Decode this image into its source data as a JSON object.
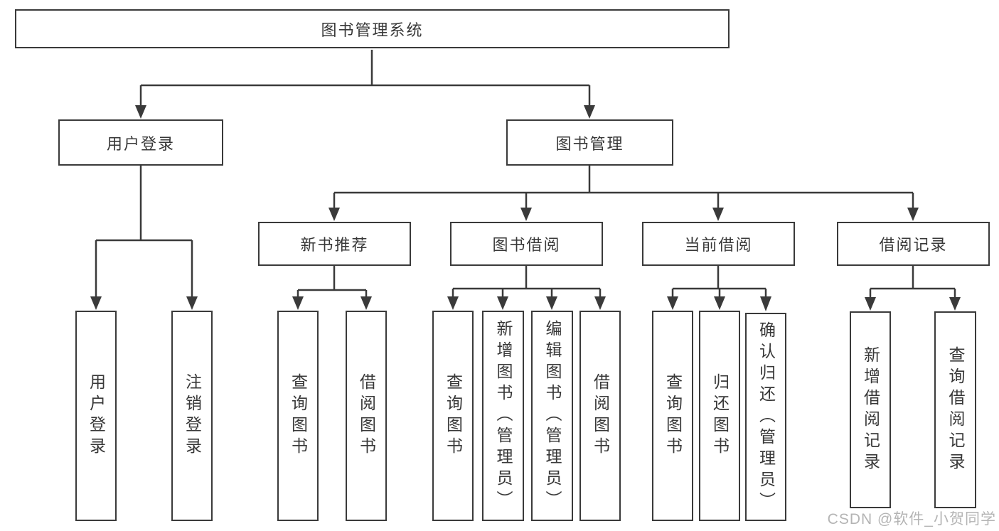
{
  "diagram": {
    "watermark": "CSDN @软件_小贺同学",
    "colors": {
      "line": "#3a3a3a",
      "text": "#383838",
      "background": "#ffffff",
      "watermark": "#a8a8a8"
    },
    "tree": {
      "root": {
        "label": "图书管理系统",
        "children": [
          {
            "label": "用户登录",
            "children": [
              {
                "label": "用户登录"
              },
              {
                "label": "注销登录"
              }
            ]
          },
          {
            "label": "图书管理",
            "children": [
              {
                "label": "新书推荐",
                "children": [
                  {
                    "label": "查询图书"
                  },
                  {
                    "label": "借阅图书"
                  }
                ]
              },
              {
                "label": "图书借阅",
                "children": [
                  {
                    "label": "查询图书"
                  },
                  {
                    "label": "新增图书（管理员）"
                  },
                  {
                    "label": "编辑图书（管理员）"
                  },
                  {
                    "label": "借阅图书"
                  }
                ]
              },
              {
                "label": "当前借阅",
                "children": [
                  {
                    "label": "查询图书"
                  },
                  {
                    "label": "归还图书"
                  },
                  {
                    "label": "确认归还（管理员）"
                  }
                ]
              },
              {
                "label": "借阅记录",
                "children": [
                  {
                    "label": "新增借阅记录"
                  },
                  {
                    "label": "查询借阅记录"
                  }
                ]
              }
            ]
          }
        ]
      }
    }
  }
}
